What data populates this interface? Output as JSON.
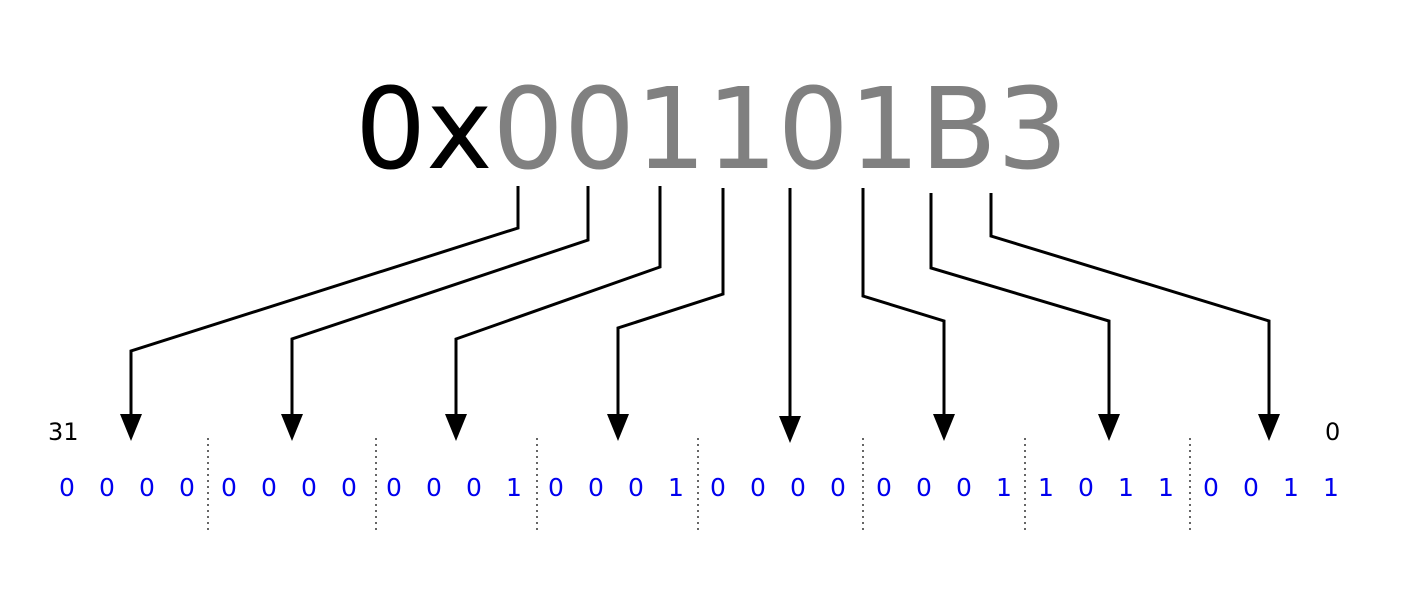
{
  "hex": {
    "prefix": "0x",
    "digits": [
      "0",
      "0",
      "1",
      "1",
      "0",
      "1",
      "B",
      "3"
    ],
    "prefix_color": "#000000",
    "digit_color": "#808080"
  },
  "bit_labels": {
    "msb": "31",
    "lsb": "0"
  },
  "bits": [
    "0",
    "0",
    "0",
    "0",
    "0",
    "0",
    "0",
    "0",
    "0",
    "0",
    "0",
    "1",
    "0",
    "0",
    "0",
    "1",
    "0",
    "0",
    "0",
    "0",
    "0",
    "0",
    "0",
    "1",
    "1",
    "0",
    "1",
    "1",
    "0",
    "0",
    "1",
    "1"
  ],
  "bit_color": "#0000ee"
}
